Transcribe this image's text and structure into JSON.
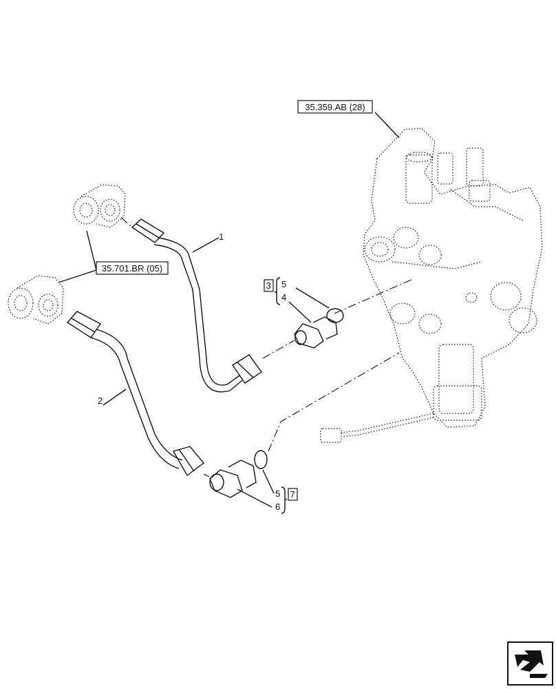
{
  "references": {
    "valve": "35.359.AB (28)",
    "tees": "35.701.BR (05)"
  },
  "callouts": {
    "p1": "1",
    "p2": "2",
    "p3": "3",
    "p4": "4",
    "p5a": "5",
    "p5b": "5",
    "p6": "6",
    "p7": "7"
  },
  "icons": {
    "nav": "next-page-arrow-icon"
  }
}
